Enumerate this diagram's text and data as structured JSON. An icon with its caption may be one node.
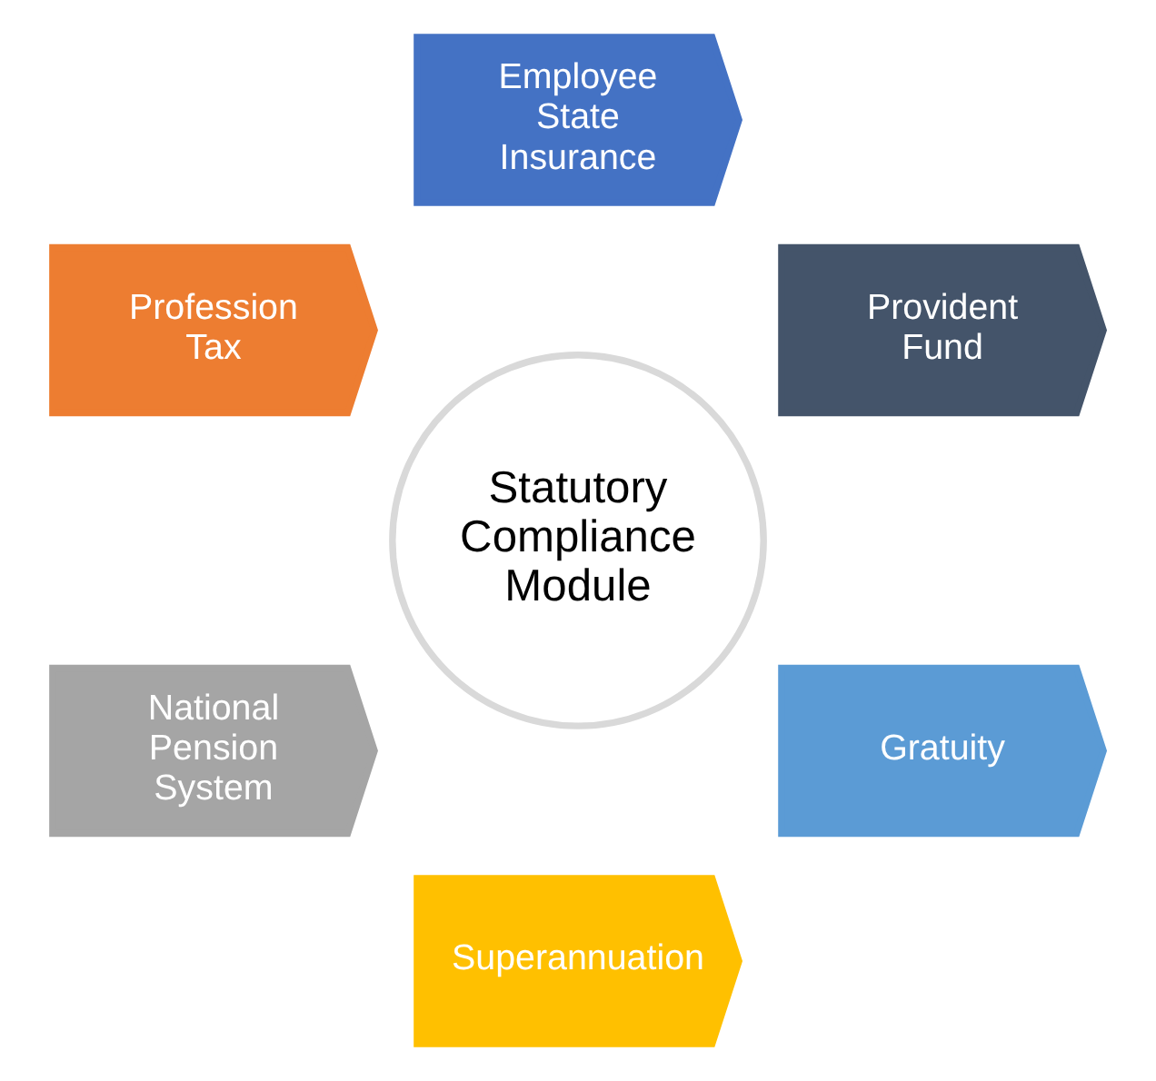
{
  "diagram": {
    "nodes": [
      {
        "text": [
          "Statutory Compliance Module"
        ]
      },
      {
        "text": [
          "Provident Fund"
        ]
      },
      {
        "text": [
          "Employee State Insurance"
        ]
      },
      {
        "text": [
          "Profession Tax"
        ]
      },
      {
        "text": [
          "National Pension System"
        ]
      },
      {
        "text": [
          "Superannuation"
        ]
      },
      {
        "text": [
          "Gratuity"
        ]
      }
    ]
  }
}
